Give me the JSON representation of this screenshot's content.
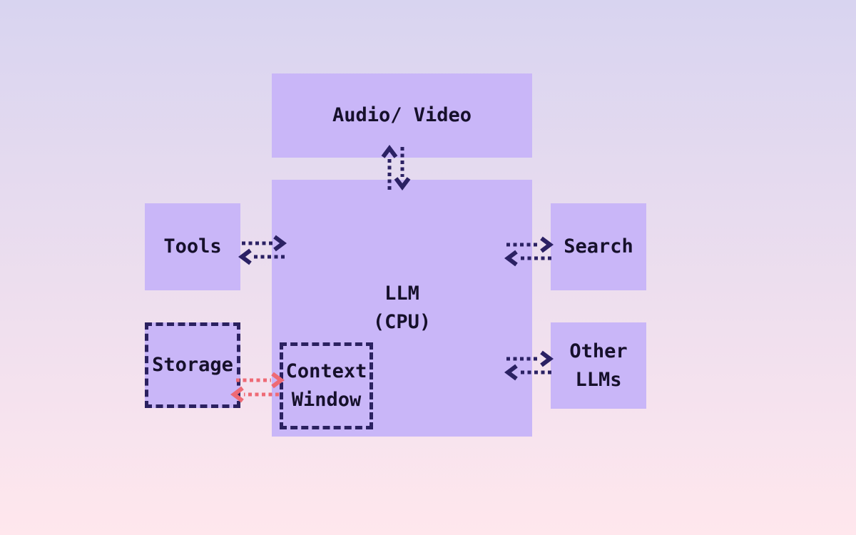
{
  "title": "LLM as CPU architecture diagram",
  "colors": {
    "bg_top": "#d8d4f0",
    "bg_bottom": "#ffe7ed",
    "node_fill": "#c9b6f8",
    "ink": "#16102b",
    "arrow_navy": "#2b2163",
    "arrow_pink": "#ee6a75",
    "dashed_border": "#2b2160"
  },
  "nodes": {
    "audio_video": {
      "lines": [
        "Audio/ Video"
      ]
    },
    "llm": {
      "lines": [
        "LLM",
        "(CPU)"
      ]
    },
    "tools": {
      "lines": [
        "Tools"
      ]
    },
    "search": {
      "lines": [
        "Search"
      ]
    },
    "storage": {
      "lines": [
        "Storage"
      ]
    },
    "context_window": {
      "lines": [
        "Context",
        "Window"
      ]
    },
    "other_llms": {
      "lines": [
        "Other",
        "LLMs"
      ]
    }
  },
  "connections": [
    {
      "from": "llm",
      "to": "audio_video",
      "line": "dotted",
      "color": "navy"
    },
    {
      "from": "audio_video",
      "to": "llm",
      "line": "dotted",
      "color": "navy"
    },
    {
      "from": "tools",
      "to": "llm",
      "line": "dotted",
      "color": "navy"
    },
    {
      "from": "llm",
      "to": "tools",
      "line": "dotted",
      "color": "navy"
    },
    {
      "from": "llm",
      "to": "search",
      "line": "dotted",
      "color": "navy"
    },
    {
      "from": "search",
      "to": "llm",
      "line": "dotted",
      "color": "navy"
    },
    {
      "from": "llm",
      "to": "other_llms",
      "line": "dotted",
      "color": "navy"
    },
    {
      "from": "other_llms",
      "to": "llm",
      "line": "dotted",
      "color": "navy"
    },
    {
      "from": "storage",
      "to": "context_window",
      "line": "dotted",
      "color": "pink"
    },
    {
      "from": "context_window",
      "to": "storage",
      "line": "dotted",
      "color": "pink"
    }
  ]
}
